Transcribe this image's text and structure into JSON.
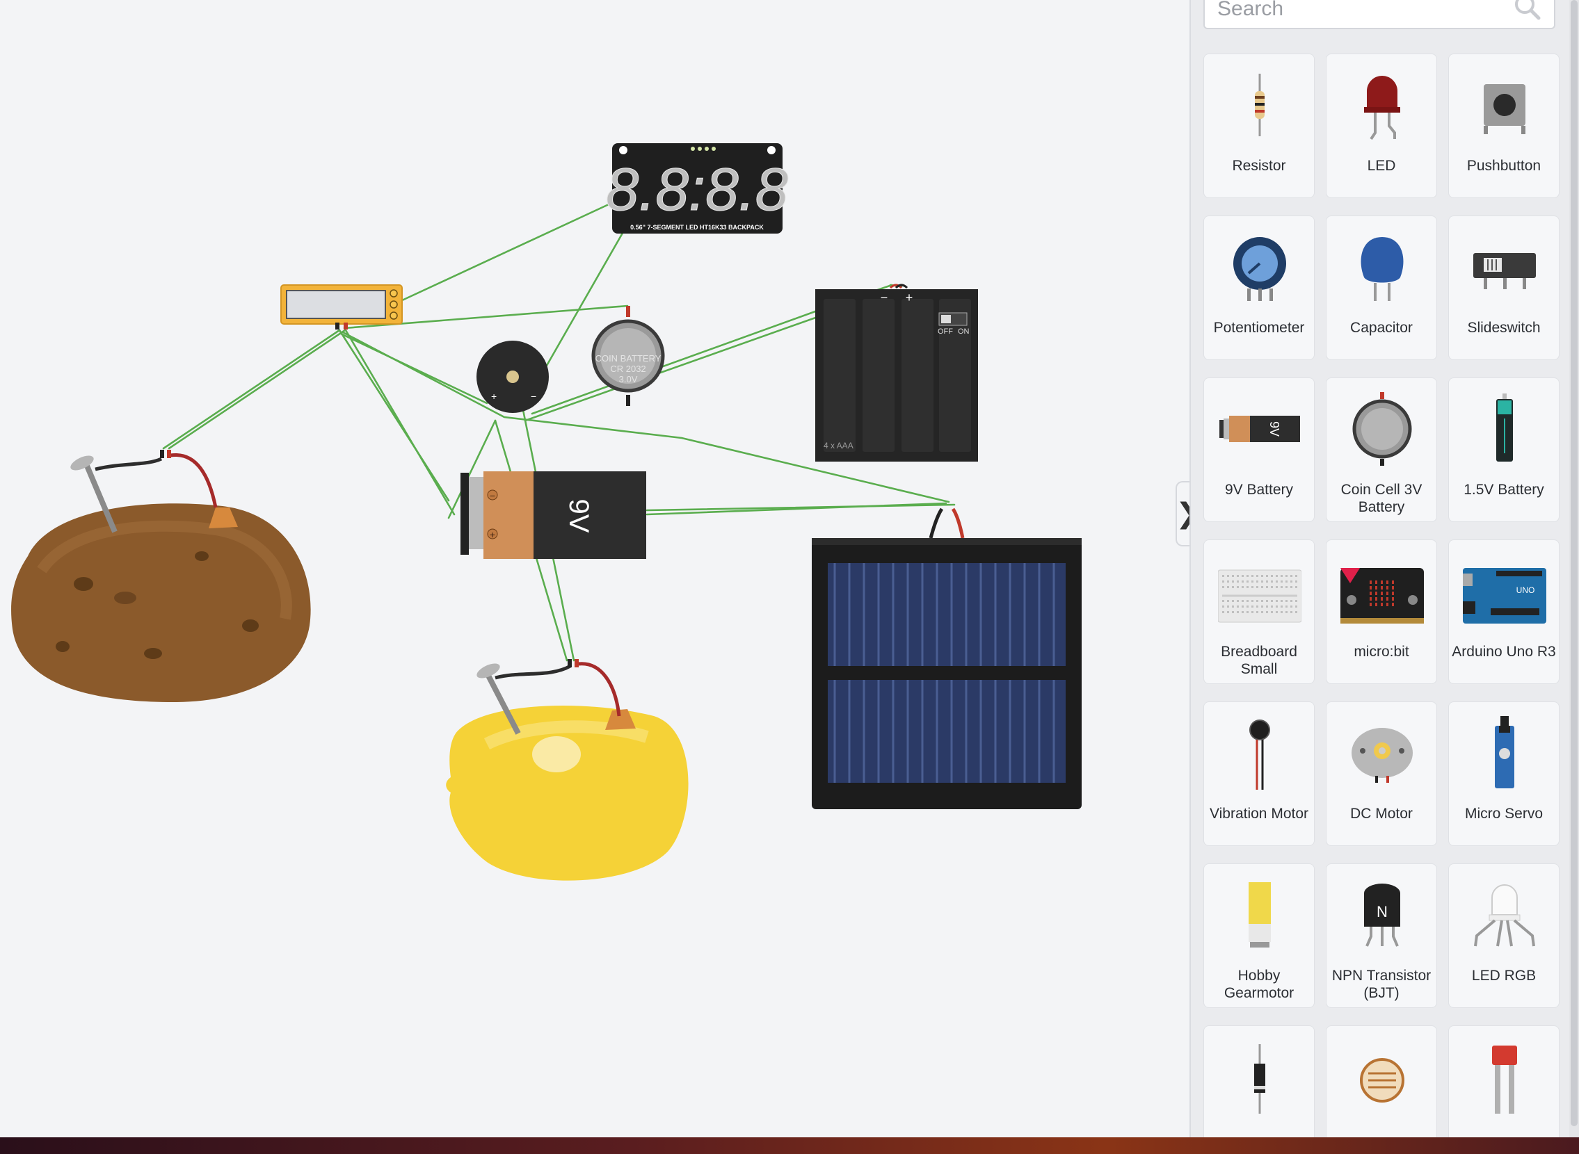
{
  "workspace": {
    "components": {
      "seven_segment": {
        "digits": "8.8:8.8",
        "caption": "0.56\" 7-SEGMENT LED HT16K33 BACKPACK"
      },
      "coin_battery": {
        "line1": "COIN BATTERY",
        "line2": "CR 2032",
        "line3": "3.0V"
      },
      "battery_pack": {
        "off": "OFF",
        "on": "ON",
        "caption": "4 x AAA",
        "minus": "−",
        "plus": "+"
      },
      "battery_9v": {
        "label": "9V",
        "minus": "−",
        "plus": "+"
      },
      "buzzer": {
        "plus": "+",
        "minus": "−"
      }
    },
    "colors": {
      "wire": "#5aad4e",
      "canvas": "#f3f4f6"
    }
  },
  "panel": {
    "collapse_glyph": "❯",
    "search": {
      "placeholder": "Search"
    },
    "components": [
      {
        "label": "Resistor",
        "icon": "resistor-icon"
      },
      {
        "label": "LED",
        "icon": "led-icon"
      },
      {
        "label": "Pushbutton",
        "icon": "pushbutton-icon"
      },
      {
        "label": "Potentiometer",
        "icon": "potentiometer-icon"
      },
      {
        "label": "Capacitor",
        "icon": "capacitor-icon"
      },
      {
        "label": "Slideswitch",
        "icon": "slideswitch-icon"
      },
      {
        "label": "9V Battery",
        "icon": "battery-9v-icon",
        "badge": "9V"
      },
      {
        "label": "Coin Cell 3V Battery",
        "icon": "coin-cell-icon"
      },
      {
        "label": "1.5V Battery",
        "icon": "battery-aa-icon"
      },
      {
        "label": "Breadboard Small",
        "icon": "breadboard-icon"
      },
      {
        "label": "micro:bit",
        "icon": "microbit-icon"
      },
      {
        "label": "Arduino Uno R3",
        "icon": "arduino-icon",
        "badge": "UNO"
      },
      {
        "label": "Vibration Motor",
        "icon": "vibration-motor-icon"
      },
      {
        "label": "DC Motor",
        "icon": "dc-motor-icon"
      },
      {
        "label": "Micro Servo",
        "icon": "micro-servo-icon"
      },
      {
        "label": "Hobby Gearmotor",
        "icon": "gearmotor-icon"
      },
      {
        "label": "NPN Transistor (BJT)",
        "icon": "npn-transistor-icon",
        "badge": "N"
      },
      {
        "label": "LED RGB",
        "icon": "led-rgb-icon"
      },
      {
        "label": "",
        "icon": "diode-icon"
      },
      {
        "label": "",
        "icon": "photoresistor-icon"
      },
      {
        "label": "",
        "icon": "soil-sensor-icon"
      }
    ]
  }
}
